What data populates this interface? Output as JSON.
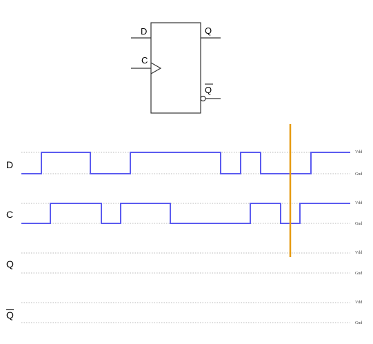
{
  "flipflop": {
    "input_d": "D",
    "input_c": "C",
    "output_q": "Q",
    "output_qbar": "Q"
  },
  "levels": {
    "high": "Vdd",
    "low": "Gnd"
  },
  "signals": [
    {
      "name": "D",
      "overbar": false,
      "start": 0,
      "transitions": [
        60,
        131,
        189,
        320,
        349,
        378,
        451
      ]
    },
    {
      "name": "C",
      "overbar": false,
      "start": 0,
      "transitions": [
        73,
        147,
        175,
        247,
        363,
        407,
        435
      ]
    },
    {
      "name": "Q",
      "overbar": false,
      "start": null,
      "transitions": []
    },
    {
      "name": "Q",
      "overbar": true,
      "start": null,
      "transitions": []
    }
  ],
  "colors": {
    "wave": "#5b5bf0",
    "cursor": "#e69a10",
    "reference": "#b8b8b8"
  }
}
